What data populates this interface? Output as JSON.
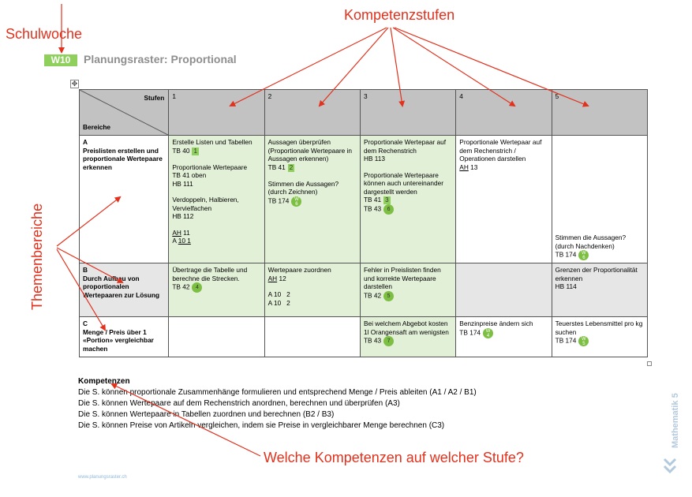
{
  "annotations": {
    "schulwoche": "Schulwoche",
    "kompetenzstufen": "Kompetenzstufen",
    "themenbereiche": "Themenbereiche",
    "welche": "Welche Kompetenzen auf welcher Stufe?",
    "color": "#e2311d"
  },
  "header": {
    "week_badge": "W10",
    "title": "Planungsraster: Proportional",
    "badge_color": "#8fd05c"
  },
  "table": {
    "corner_top": "Stufen",
    "corner_bottom": "Bereiche",
    "levels": [
      "1",
      "2",
      "3",
      "4",
      "5"
    ],
    "rowA": {
      "letter": "A",
      "title": "Preislisten erstellen und proportionale Wertepaare erkennen",
      "c1": {
        "l1": "Erstelle Listen und Tabellen",
        "l2": "TB 40",
        "tag1": "1",
        "l3": "Proportionale Wertepaare",
        "l4": "TB 41 oben",
        "l5": "HB 111",
        "l6": "Verdoppeln, Halbieren, Vervielfachen",
        "l7": "HB 112",
        "l8a": "AH",
        "l8b": " 11",
        "l9a": "A ",
        "l9b": "10 1"
      },
      "c2": {
        "l1": "Aussagen überprüfen (Proportionale Wertepaare in Aussagen erkennen)",
        "l2": "TB 41",
        "tag1": "2",
        "l3": "Stimmen die Aussagen? (durch Zeichnen)",
        "l4": "TB 174",
        "circ_top": "W",
        "circ_bot": "6"
      },
      "c3": {
        "l1": "Proportionale Wertepaar auf dem Rechenstrich",
        "l2": "HB 113",
        "l3": "Proportionale Wertepaare können auch untereinander dargestellt werden",
        "l4": "TB 41",
        "tag1": "3",
        "l5": "TB 43",
        "tag2": "6"
      },
      "c4": {
        "l1": "Proportionale Wertepaar auf dem Rechenstrich / Operationen darstellen",
        "l2a": "AH",
        "l2b": " 13"
      },
      "c5": {
        "l1": "Stimmen die Aussagen? (durch Nachdenken)",
        "l2": "TB 174",
        "circ_top": "W",
        "circ_bot": "6"
      }
    },
    "rowB": {
      "letter": "B",
      "title": "Durch Aufbau von proportionalen Wertepaaren zur Lösung",
      "c1": {
        "l1": "Übertrage die Tabelle und berechne die Strecken.",
        "l2": "TB 42",
        "tag1": "4"
      },
      "c2": {
        "l1": "Wertepaare zuordnen",
        "l2a": "AH",
        "l2b": " 12",
        "l3": "A 10   2",
        "l4": "A 10   2"
      },
      "c3": {
        "l1": "Fehler in Preislisten finden und korrekte Wertepaare darstellen",
        "l2": "TB 42",
        "tag1": "5"
      },
      "c5": {
        "l1": "Grenzen der Proportionalität erkennen",
        "l2": "HB 114"
      }
    },
    "rowC": {
      "letter": "C",
      "title": "Menge / Preis über 1 «Portion» vergleichbar machen",
      "c3": {
        "l1": "Bei welchem Abgebot kosten 1l Orangensaft am wenigsten",
        "l2": "TB 43",
        "tag1": "7"
      },
      "c4": {
        "l1": "Benzinpreise ändern sich",
        "l2": "TB 174",
        "circ_top": "W",
        "circ_bot": "4"
      },
      "c5": {
        "l1": "Teuerstes Lebensmittel pro kg suchen",
        "l2": "TB 174",
        "circ_top": "W",
        "circ_bot": "5"
      }
    },
    "colors": {
      "header": "#c2c2c2",
      "green": "#e3f0d8",
      "grey": "#e6e6e6"
    }
  },
  "kompetenzen": {
    "title": "Kompetenzen",
    "items": [
      "Die S. können proportionale Zusammenhänge formulieren und entsprechend Menge / Preis ableiten (A1 / A2 / B1)",
      "Die S. können Wertepaare auf dem Rechenstrich anordnen, berechnen und überprüfen (A3)",
      "Die S. können Wertepaare in Tabellen zuordnen und berechnen (B2 / B3)",
      "Die S. können Preise von Artikeln vergleichen, indem sie Preise in vergleichbarer Menge berechnen (C3)"
    ]
  },
  "footer": {
    "url": "www.planungsraster.ch",
    "side_label": "Mathematik 5",
    "chevron_icon": "double-chevron-down-icon"
  }
}
